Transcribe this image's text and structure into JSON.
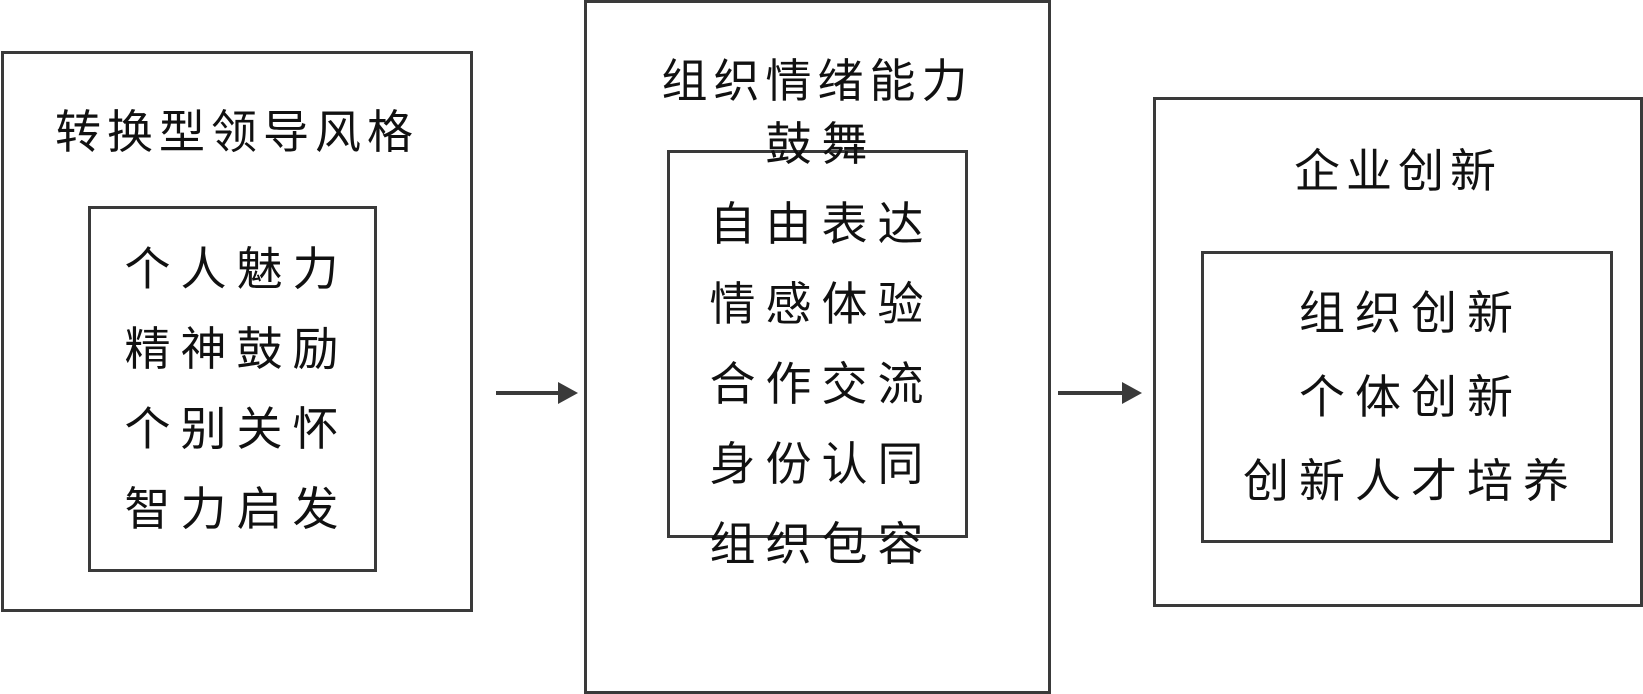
{
  "diagram": {
    "boxes": [
      {
        "title": "转换型领导风格",
        "items": [
          "个人魅力",
          "精神鼓励",
          "个别关怀",
          "智力启发"
        ]
      },
      {
        "title": "组织情绪能力",
        "items": [
          "鼓舞",
          "自由表达",
          "情感体验",
          "合作交流",
          "身份认同",
          "组织包容"
        ]
      },
      {
        "title": "企业创新",
        "items": [
          "组织创新",
          "个体创新",
          "创新人才培养"
        ]
      }
    ],
    "arrows": [
      {
        "from": "转换型领导风格",
        "to": "组织情绪能力",
        "icon": "arrow-right-icon"
      },
      {
        "from": "组织情绪能力",
        "to": "企业创新",
        "icon": "arrow-right-icon"
      }
    ],
    "colors": {
      "stroke": "#3a3a3a",
      "text": "#111111",
      "background": "#ffffff"
    }
  }
}
